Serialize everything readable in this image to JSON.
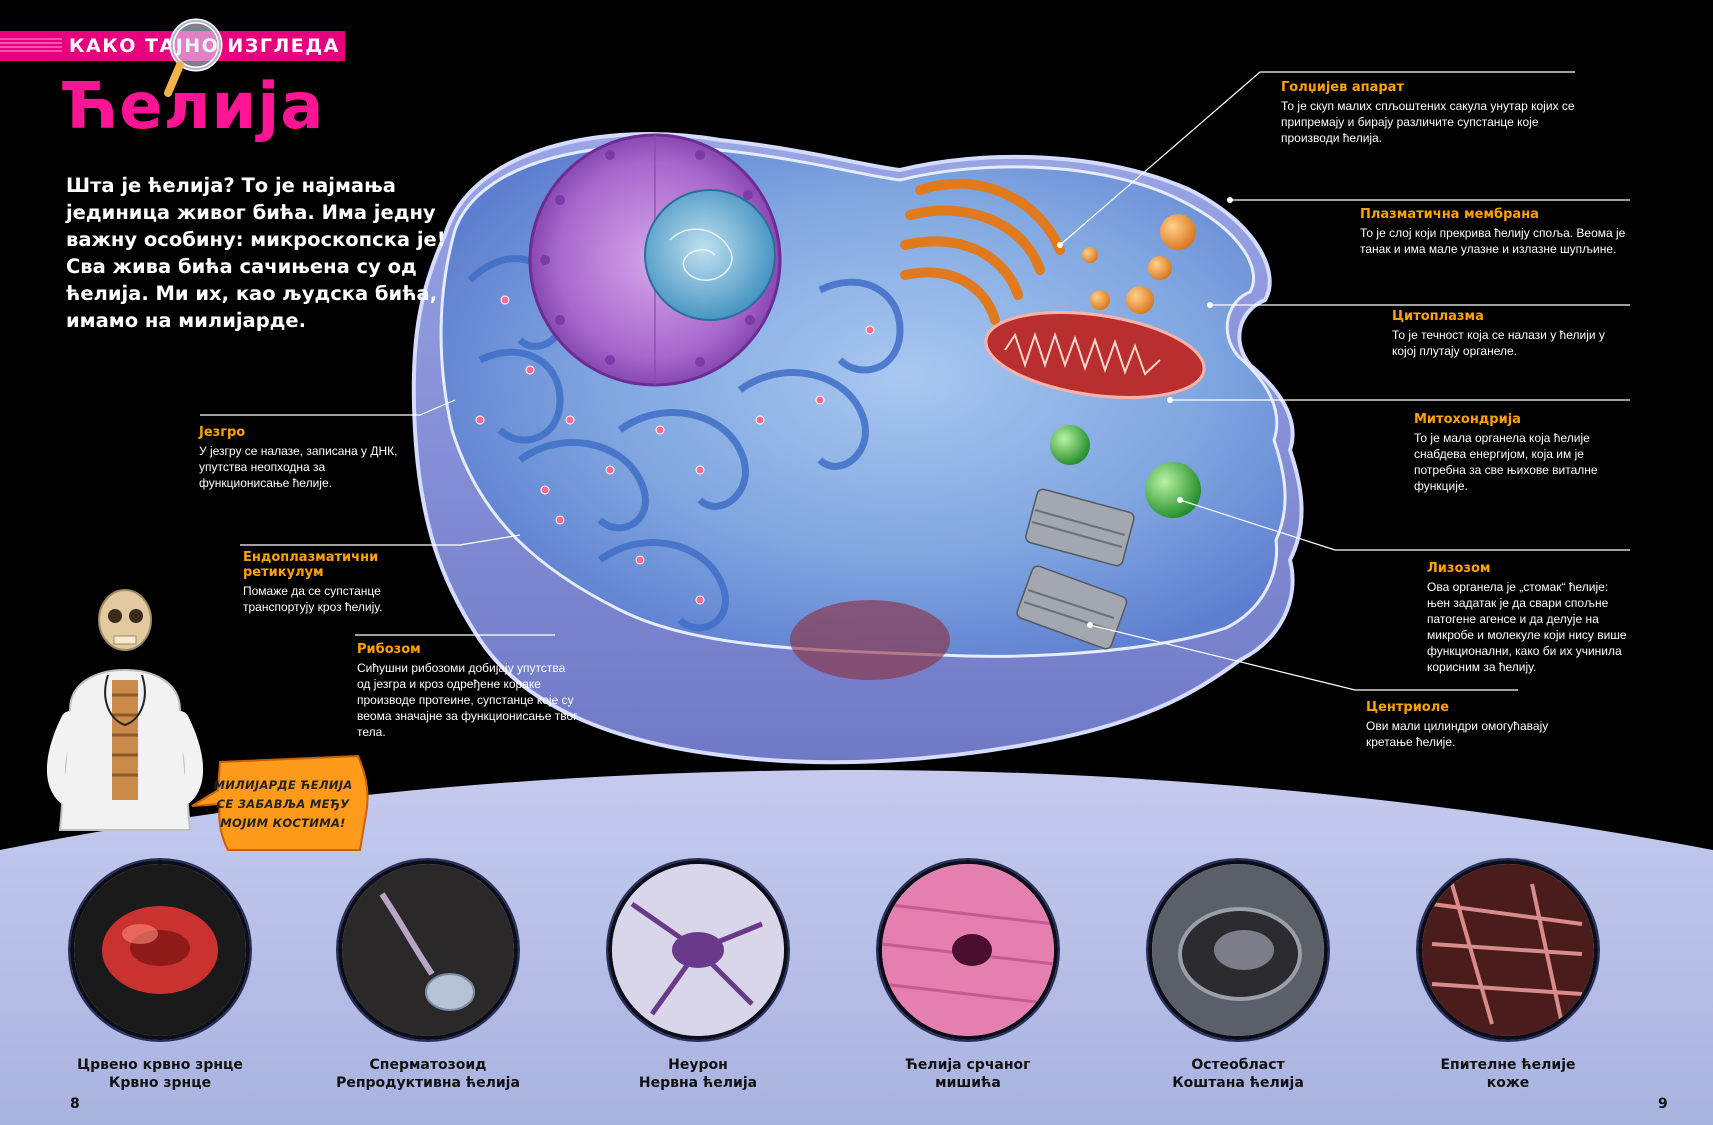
{
  "series": {
    "label": "КАКО ТАЈНО ИЗГЛЕДА"
  },
  "title": "Ћелија",
  "intro": "Шта је ћелија? То је најмања јединица живог бића. Има једну важну особину: микроскопска је! Сва жива бића сачињена су од ћелија. Ми их, као људска бића, имамо на милијарде.",
  "callouts": {
    "golgi": {
      "title": "Голџијев апарат",
      "text": "То је скуп малих спљоштених сакула унутар којих се припремају и бирају различите супстанце које производи ћелија."
    },
    "membrane": {
      "title": "Плазматична мембрана",
      "text": "То је слој који прекрива ћелију споља. Веома је танак и има мале улазне и излазне шупљине."
    },
    "cytoplasm": {
      "title": "Цитоплазма",
      "text": "То је течност која се налази у ћелији у којој плутају органеле."
    },
    "mitochondria": {
      "title": "Митохондрија",
      "text": "То је мала органела која ћелије снабдева енергијом, која им је потребна за све њихове виталне функције."
    },
    "lysosome": {
      "title": "Лизозом",
      "text": "Ова органела је „стомак“ ћелије: њен задатак је да свари спољне патогене агенсе и да делује на микробе и молекуле који нису више функционални, како би их учинила корисним за ћелију."
    },
    "centrioles": {
      "title": "Центриоле",
      "text": "Ови мали цилиндри омогућавају кретање ћелије."
    },
    "nucleus": {
      "title": "Језгро",
      "text": "У језгру се налазе, записана у ДНК, упутства неопходна за функционисање ћелије."
    },
    "er": {
      "title": "Ендоплазматични ретикулум",
      "text": "Помаже да се супстанце транспортују кроз ћелију."
    },
    "ribosome": {
      "title": "Рибозом",
      "text": "Сићушни рибозоми добијају упутства од језгра и кроз одређене кораке производе протеине, супстанце које су веома значајне за функционисање твог тела."
    }
  },
  "bubble": {
    "text": "МИЛИЈАРДЕ ЋЕЛИЈА СЕ ЗАБАВЉА МЕЂУ МОЈИМ КОСТИМА!"
  },
  "gallery": [
    {
      "line1": "Црвено крвно зрнце",
      "line2": "Крвно зрнце"
    },
    {
      "line1": "Сперматозоид",
      "line2": "Репродуктивна ћелија"
    },
    {
      "line1": "Неурон",
      "line2": "Нервна ћелија"
    },
    {
      "line1": "Ћелија срчаног",
      "line2": "мишића"
    },
    {
      "line1": "Остеобласт",
      "line2": "Коштана ћелија"
    },
    {
      "line1": "Епителне ћелије",
      "line2": "коже"
    }
  ],
  "page_numbers": {
    "left": "8",
    "right": "9"
  },
  "colors": {
    "title_pink": "#ff1493",
    "callout_orange": "#ffa200",
    "ground": "#b8c0e6"
  }
}
